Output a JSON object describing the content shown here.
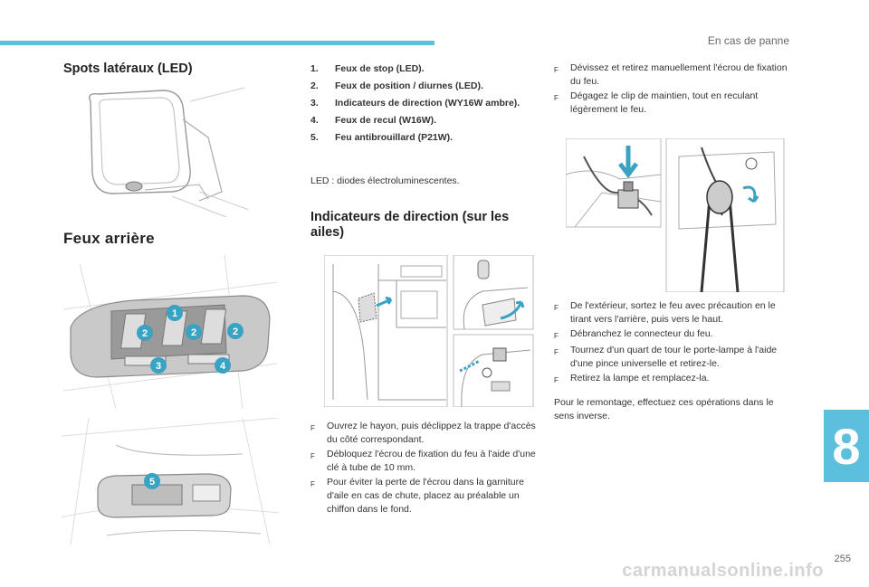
{
  "header": {
    "section_title": "En cas de panne",
    "chapter_number": "8",
    "page_number": "255"
  },
  "spots": {
    "title": "Spots latéraux (LED)"
  },
  "feux": {
    "title": "Feux arrière",
    "callouts": [
      "1",
      "2",
      "2",
      "2",
      "3",
      "4",
      "5"
    ]
  },
  "lamp_list": [
    {
      "num": "1.",
      "text": "Feux de stop (LED)."
    },
    {
      "num": "2.",
      "text": "Feux de position / diurnes (LED)."
    },
    {
      "num": "3.",
      "text": "Indicateurs de direction (WY16W ambre)."
    },
    {
      "num": "4.",
      "text": "Feux de recul (W16W)."
    },
    {
      "num": "5.",
      "text": "Feu antibrouillard (P21W)."
    }
  ],
  "led_note": "LED : diodes électroluminescentes.",
  "indicateurs": {
    "title": "Indicateurs de direction (sur les ailes)",
    "steps": [
      "Ouvrez le hayon, puis déclippez la trappe d'accès du côté correspondant.",
      "Débloquez l'écrou de fixation du feu à l'aide d'une clé à tube de 10 mm.",
      "Pour éviter la perte de l'écrou dans la garniture d'aile en cas de chute, placez au préalable un chiffon dans le fond."
    ]
  },
  "right_steps_top": [
    "Dévissez et retirez manuellement l'écrou de fixation du feu.",
    "Dégagez le clip de maintien, tout en reculant légèrement le feu."
  ],
  "right_steps_mid": [
    "De l'extérieur, sortez le feu avec précaution en le tirant vers l'arrière, puis vers le haut.",
    "Débranchez le connecteur du feu.",
    "Tournez d'un quart de tour le porte-lampe à l'aide d'une pince universelle et retirez-le.",
    "Retirez la lampe et remplacez-la."
  ],
  "remontage": "Pour le remontage, effectuez ces opérations dans le sens inverse.",
  "bullet_glyph": "F",
  "watermark": "carmanualsonline.info",
  "colors": {
    "accent": "#5cc0dc",
    "callout": "#3aa3c4",
    "arrow": "#3aa3c4"
  }
}
